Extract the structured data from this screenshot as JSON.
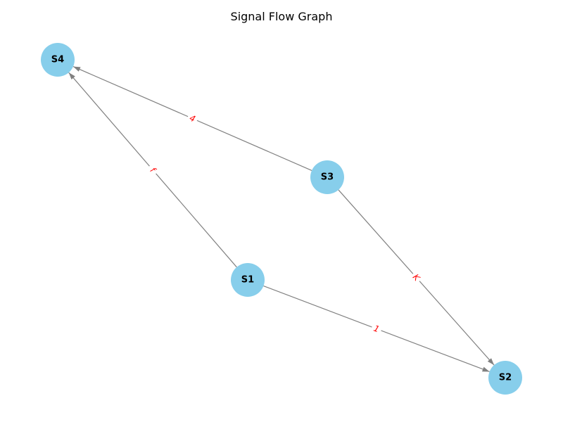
{
  "title": "Signal Flow Graph",
  "colors": {
    "node_fill": "#87ceeb",
    "edge_stroke": "#808080",
    "edge_label": "#ff0000",
    "text": "#000000",
    "background": "#ffffff"
  },
  "nodes": [
    {
      "id": "S1",
      "label": "S1"
    },
    {
      "id": "S2",
      "label": "S2"
    },
    {
      "id": "S3",
      "label": "S3"
    },
    {
      "id": "S4",
      "label": "S4"
    }
  ],
  "edges": [
    {
      "from": "S1",
      "to": "S2",
      "label": "1",
      "arrow": true
    },
    {
      "from": "S3",
      "to": "S2",
      "label": "K",
      "arrow": true
    },
    {
      "from": "S1",
      "to": "S4",
      "label": "f",
      "arrow": true
    },
    {
      "from": "S3",
      "to": "S4",
      "label": "4",
      "arrow": true
    }
  ]
}
